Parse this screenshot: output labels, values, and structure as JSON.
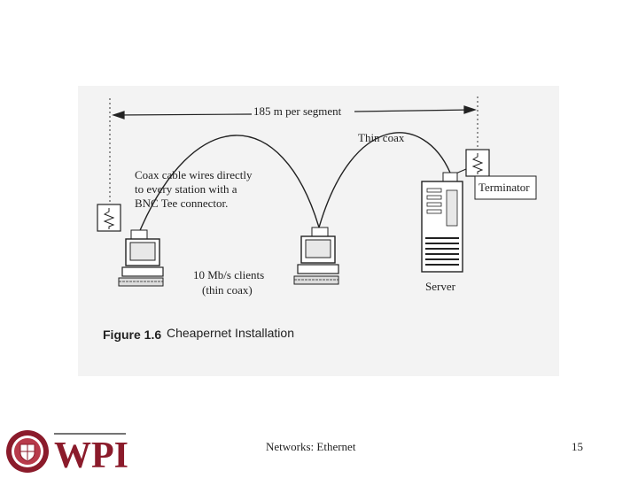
{
  "diagram": {
    "segment_label": "185 m per segment",
    "thin_coax_label": "Thin coax",
    "coax_note": [
      "Coax cable wires directly",
      "to every station with a",
      "BNC Tee connector."
    ],
    "terminator_label": "Terminator",
    "clients_label": [
      "10 Mb/s clients",
      "(thin coax)"
    ],
    "server_label": "Server",
    "figure_number": "Figure 1.6",
    "figure_title": "Cheapernet Installation"
  },
  "footer": {
    "title": "Networks: Ethernet",
    "page_number": "15",
    "logo_text": "WPI"
  }
}
